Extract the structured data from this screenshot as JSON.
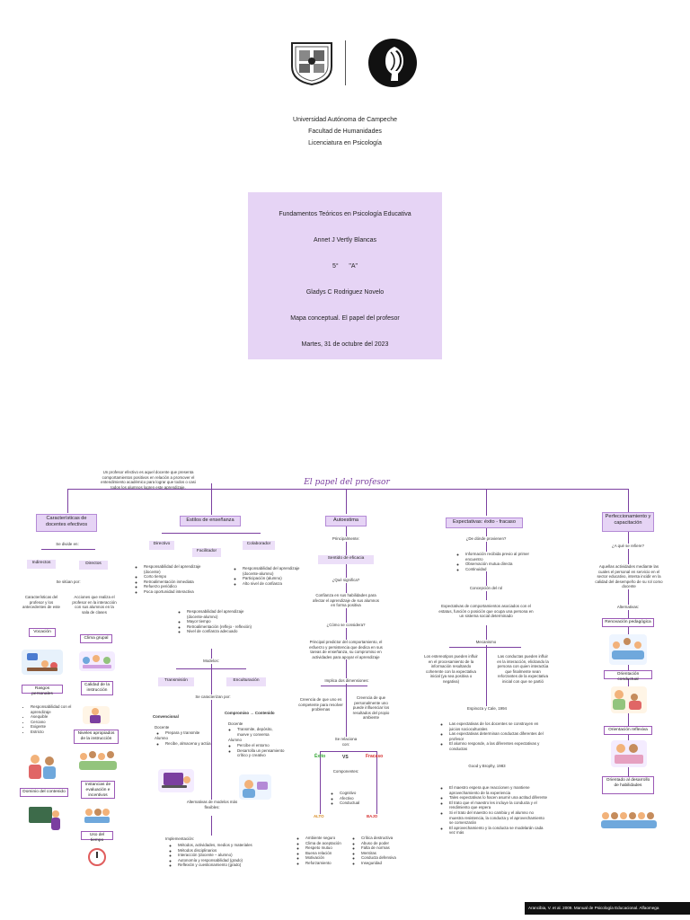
{
  "cover": {
    "institution": [
      "Universidad Autónoma de Campeche",
      "Facultad de Humanidades",
      "Licenciatura en Psicología"
    ],
    "card": {
      "subject": "Fundamentos Teóricos en Psicología Educativa",
      "student": "Annet J Vertly Blancas",
      "group": "5°      \"A\"",
      "teacher": "Gladys C Rodriguez Novelo",
      "assignment": "Mapa conceptual. El papel del profesor",
      "date": "Martes, 31 de octubre del 2023"
    },
    "card_color": "#e6d4f5"
  },
  "map": {
    "title": "El papel del profesor",
    "intro": "Un profesor efectivo es aquel docente que presenta comportamientos positivos en relación a promover el entendimiento académico para lograr que todos o casi todos los alumnos logren este aprendizaje.",
    "accent": "#7b3fa0",
    "col1": {
      "header": "Características de docentes efectivos",
      "divide": "Se divide en:",
      "indirect": "Indirectos",
      "direct": "Directos",
      "situated": "Se sitúan por:",
      "indirect_text": "Características del profesor y los antecedentes de este",
      "direct_text": "Acciones que realiza el profesor en la interacción con sus alumnos en la sala de clases",
      "vocation": "Vocación",
      "climate": "Clima grupal",
      "traits": "Rasgos personales",
      "traits_list": [
        "Responsabilidad con el aprendizaje",
        "Asequible",
        "Cercano",
        "Exigente",
        "Estricto"
      ],
      "quality": "Calidad de la instrucción",
      "levels": "Niveles apropiados de la instrucción",
      "mastery": "Dominio del contenido",
      "instances": "Instancias de evaluación e incentivos",
      "time": "Uso del tiempo"
    },
    "col2": {
      "header": "Estilos de enseñanza",
      "director": "Directivo",
      "facilitator": "Facilitador",
      "collaborator": "Colaborador",
      "director_list": [
        "Responsabilidad del aprendizaje (docente)",
        "Corto tiempo",
        "Retroalimentación inmediata",
        "Refuerzo periódico",
        "Poca oportunidad interactiva"
      ],
      "facilitator_list": [
        "Responsabilidad del aprendizaje (docente-alumno)",
        "Mayor tiempo",
        "Retroalimentación (reflejo - reflexión)",
        "Nivel de confianza adecuado"
      ],
      "collaborator_list": [
        "Responsabilidad del aprendizaje (docente-alumno)",
        "Participación (alumno)",
        "Alto nivel de confianza"
      ],
      "models": "Modelos:",
      "transmission": "Transmisión",
      "enculturation": "Enculturación",
      "characterized": "Se caracterizan por:",
      "conventional": "Convencional",
      "conventional_docente": "Docente",
      "conventional_docente_list": [
        "Prepara y transmite"
      ],
      "conventional_alumno": "Alumno",
      "conventional_alumno_list": [
        "Recibe, almacena y actúa"
      ],
      "commitment": "Compromiso → Contenido",
      "commitment_docente": "Docente",
      "commitment_docente_list": [
        "Transmite, depósito, mueve y conversa"
      ],
      "commitment_alumno": "Alumno",
      "commitment_alumno_list": [
        "Percibe el entorno",
        "Desarrolla un pensamiento crítico y creativo"
      ],
      "alternatives": "Alternativas de modelos más flexibles:",
      "implementation": "Implementación:",
      "implementation_list": [
        "Métodos, actividades, medios y materiales",
        "Métodos disciplinarios",
        "Interacción (docente – alumno)",
        "Autonomía y responsabilidad (grado)",
        "Reflexión y cuestionamiento (grado)"
      ]
    },
    "col3": {
      "header": "Autoestima",
      "principal": "Principalmente:",
      "efficacy": "Sentido de eficacia",
      "what": "¿Qué significa?",
      "what_answer": "Confianza en sus habilidades para afectar el aprendizaje de sus alumnos en forma positiva",
      "how": "¿Cómo se considera?",
      "how_answer": "Principal predictor del comportamiento, el esfuerzo y persistencia que dedica en sus tareas de enseñanza, su compromiso en actividades para apoyar el aprendizaje",
      "implies": "Implica dos dimensiones:",
      "dim1": "Creencia de que uno es competente para resolver problemas",
      "dim2": "Creencia de que personalmente uno puede influenciar los resultados del propio ambiente",
      "relates": "Se relaciona con:",
      "success": "Éxito",
      "vs": "VS",
      "failure": "Fracaso",
      "components": "Componentes:",
      "components_list": [
        "Cognitivo",
        "Afectivo",
        "Conductual"
      ],
      "high": "ALTO",
      "low": "BAJO",
      "high_list": [
        "Ambiente seguro",
        "Clima de aceptación",
        "Respeto mutuo",
        "Buena relación",
        "Motivación",
        "Reforzamiento"
      ],
      "low_list": [
        "Crítica destructiva",
        "Abuso de poder",
        "Falta de normas",
        "Mentiras",
        "Conducta defensiva",
        "Inseguridad"
      ]
    },
    "col4": {
      "header": "Expectativas: éxito - fracaso",
      "source": "¿De dónde provienen?",
      "source_list": [
        "Información recibida previo al primer encuentro",
        "Observación mutua directa",
        "Continuidad"
      ],
      "conception": "Concepción del rol",
      "conception_text": "Expectativas de comportamientos asociados con el estatus, función o posición que ocupa una persona en un sistema social determinado",
      "mechanism": "Mecanismo",
      "left_text": "Los estereotipos pueden influir en el procesamiento de la información resultando coherente con la expectativa inicial (ya sea positiva o negativa)",
      "right_text": "Las conductas pueden influir en la interacción, elicitando la persona con quien interactúa que finalmente sean reforzantes de la expectativa inicial con que se partió",
      "cite1": "Espinoza y Cale, 1994",
      "list1": [
        "Las expectativas de los docentes se construyen en juicios socioculturales",
        "Las expectativas determinan conductas diferentes del profesor",
        "El alumno responde, a las diferentes expectativas y conductas"
      ],
      "cite2": "Good y Brophy, 1983",
      "list2": [
        "El maestro espera que reaccionen y mantiene aprovechamiento de la experiencia",
        "Tales expectativas lo hacen asumir una actitud diferente",
        "El trato que el maestro les incluye la conducta y el rendimiento que espera",
        "Si el trato del maestro no cambia y el alumno no muestra resistencia, la conducta y el aprovechamiento se comenzarán",
        "El aprovechamiento y la conducta se modelarán cada vez más"
      ]
    },
    "col5": {
      "header": "Perfeccionamiento y capacitación",
      "what": "¿A qué se refiere?",
      "what_answer": "Aquellas actividades mediante las cuales el personal en servicio en el sector educativo, intenta incidir en la calidad del desempeño de su rol como docente",
      "alternatives": "Alternativas:",
      "items": [
        "Renovación pedagógica",
        "Orientación conductual",
        "Orientación reflexiva",
        "Orientado al desarrollo de habilidades"
      ]
    },
    "citation": "Arancibia, V. et al. 2009. Manual de Psicología Educacional. Alfaomega"
  }
}
